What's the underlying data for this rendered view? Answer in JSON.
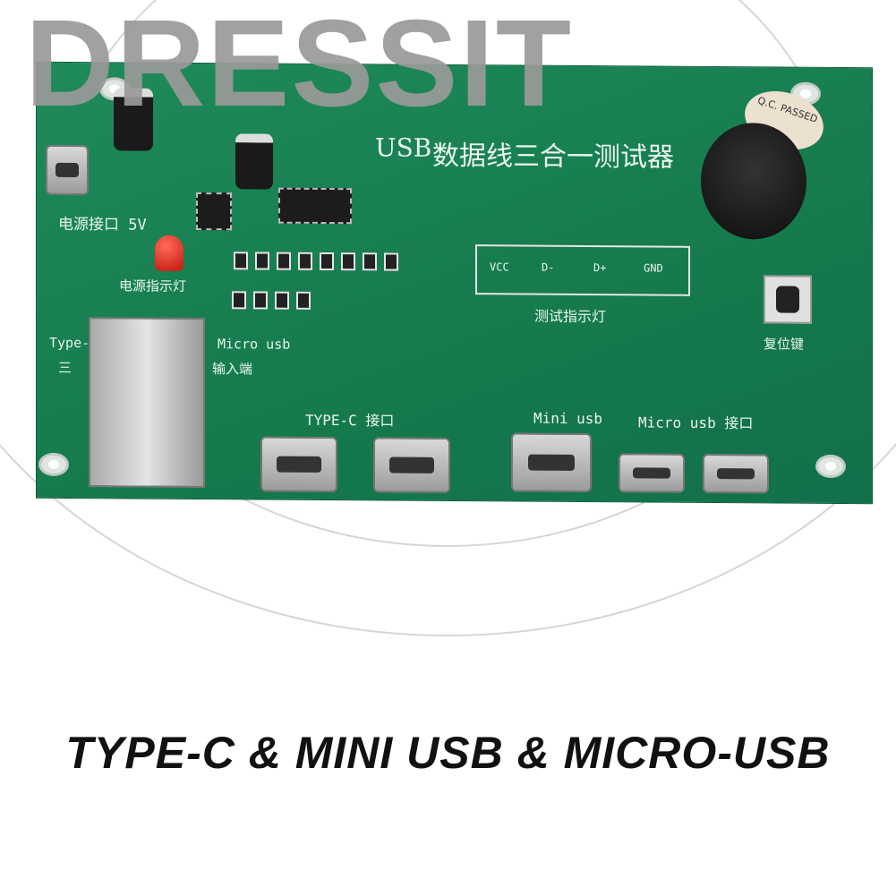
{
  "watermark": "DRESSIT",
  "board": {
    "title_usb": "USB",
    "title_cn": "数据线三合一测试器",
    "qc_stamp": "Q.C. PASSED",
    "power_port_label": "电源接口 5V",
    "power_led_label": "电源指示灯",
    "test_led_label": "测试指示灯",
    "pin_labels": [
      "VCC",
      "D-",
      "D+",
      "GND"
    ],
    "reset_label": "复位键",
    "input_label_left": "Type-",
    "input_label_right": "Micro usb",
    "input_label_bottom_left": "三",
    "input_label_bottom_right": "输入端",
    "typec_label": "TYPE-C 接口",
    "mini_label": "Mini usb",
    "micro_label": "Micro usb 接口"
  },
  "caption": "TYPE-C & MINI USB & MICRO-USB",
  "colors": {
    "board": "#1a8152",
    "caption": "#111111",
    "watermark": "#9a9a9a"
  }
}
